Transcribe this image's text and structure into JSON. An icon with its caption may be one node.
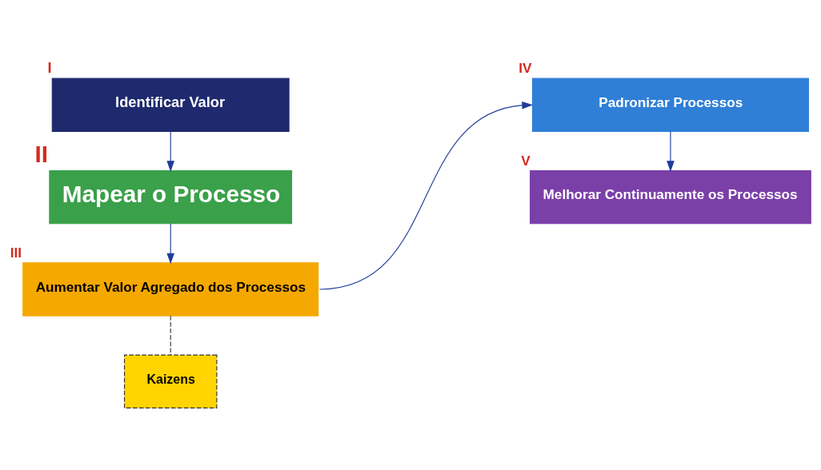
{
  "diagram": {
    "nodes": [
      {
        "text": [
          "Identificar Valor"
        ],
        "beside": [
          "I"
        ]
      },
      {
        "text": [
          "Mapear o Processo"
        ],
        "beside": [
          "II"
        ]
      },
      {
        "text": [
          "Aumentar Valor Agregado dos Processos"
        ],
        "beside": [
          "III"
        ]
      },
      {
        "text": [
          "Padronizar Processos"
        ],
        "beside": [
          "IV"
        ]
      },
      {
        "text": [
          "Melhorar Continuamente os Processos"
        ],
        "beside": [
          "V"
        ]
      },
      {
        "text": [
          "Kaizens"
        ]
      }
    ],
    "edges": [
      {
        "from": 0,
        "to": 1,
        "arrow": "to"
      },
      {
        "from": 1,
        "to": 2,
        "arrow": "to"
      },
      {
        "from": 2,
        "to": 3,
        "arrow": "to"
      },
      {
        "from": 3,
        "to": 4,
        "arrow": "to"
      },
      {
        "from": 5,
        "to": 2,
        "arrow": "none",
        "style": "dashed",
        "color": "#333333"
      }
    ]
  }
}
